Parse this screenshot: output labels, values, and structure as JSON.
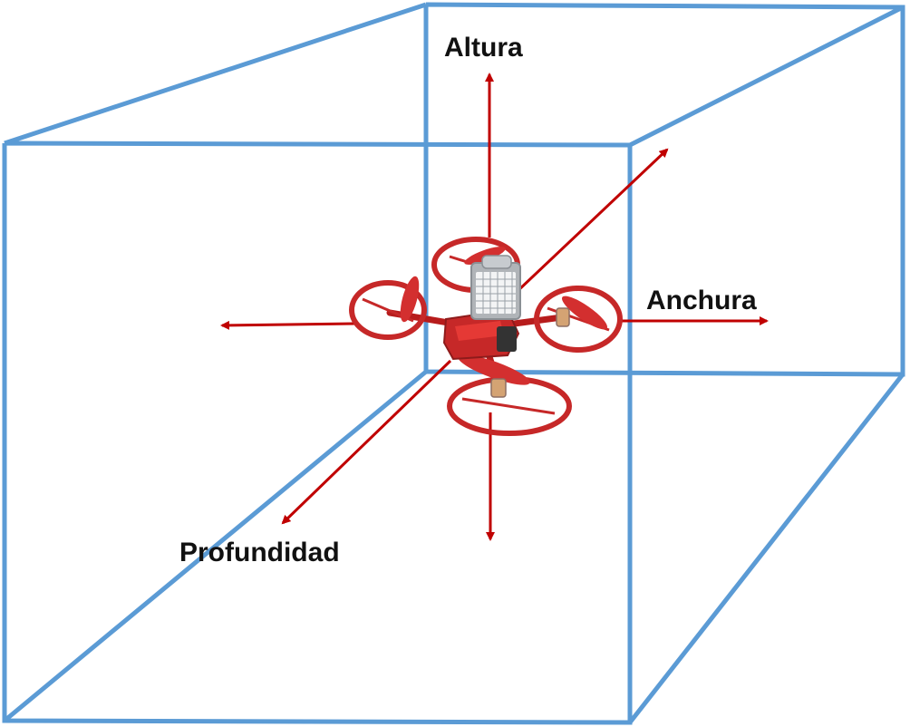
{
  "labels": {
    "altura": "Altura",
    "anchura": "Anchura",
    "profundidad": "Profundidad"
  },
  "colors": {
    "cube_edges": "#5b9bd5",
    "arrows": "#c00000",
    "drone_body": "#c62828",
    "drone_module": "#b0b4b8",
    "background": "#ffffff"
  },
  "icons": {
    "drone": "quadcopter-drone-icon"
  }
}
